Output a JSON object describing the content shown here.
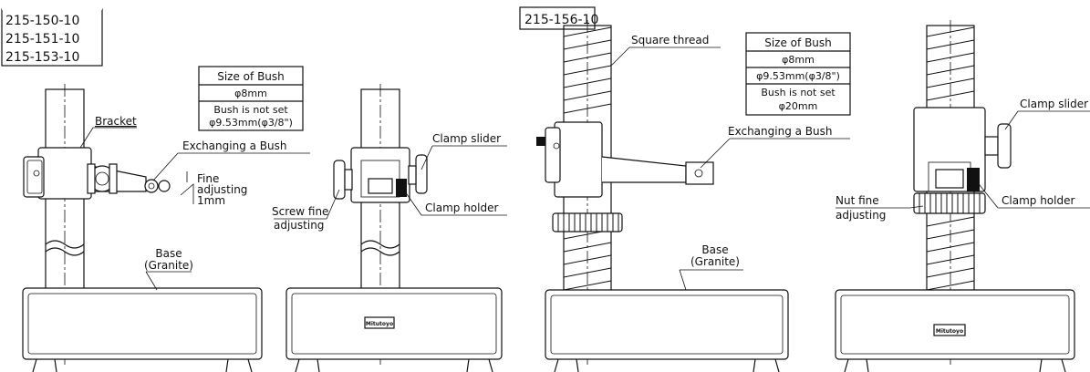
{
  "models": {
    "left": [
      "215-150-10",
      "215-151-10",
      "215-153-10"
    ],
    "right": "215-156-10"
  },
  "tables": {
    "left": {
      "header": "Size of Bush",
      "rows": [
        "φ8mm",
        "Bush is not set",
        "φ9.53mm(φ3/8\")"
      ]
    },
    "right": {
      "header": "Size of Bush",
      "rows": [
        "φ8mm",
        "φ9.53mm(φ3/8\")",
        "Bush is not set",
        "φ20mm"
      ]
    }
  },
  "labels": {
    "bracket": "Bracket",
    "exchanging_bush_left": "Exchanging a Bush",
    "fine_adjusting": [
      "Fine",
      "adjusting",
      "1mm"
    ],
    "clamp_slider_left": "Clamp slider",
    "screw_fine_adjusting": [
      "Screw fine",
      "adjusting"
    ],
    "clamp_holder_left": "Clamp holder",
    "base_left": [
      "Base",
      "(Granite)"
    ],
    "square_thread": "Square thread",
    "exchanging_bush_right": "Exchanging a Bush",
    "clamp_slider_right": "Clamp slider",
    "nut_fine_adjusting": [
      "Nut fine",
      "adjusting"
    ],
    "clamp_holder_right": "Clamp holder",
    "base_right": [
      "Base",
      "(Granite)"
    ]
  },
  "brand": "Mitutoyo"
}
